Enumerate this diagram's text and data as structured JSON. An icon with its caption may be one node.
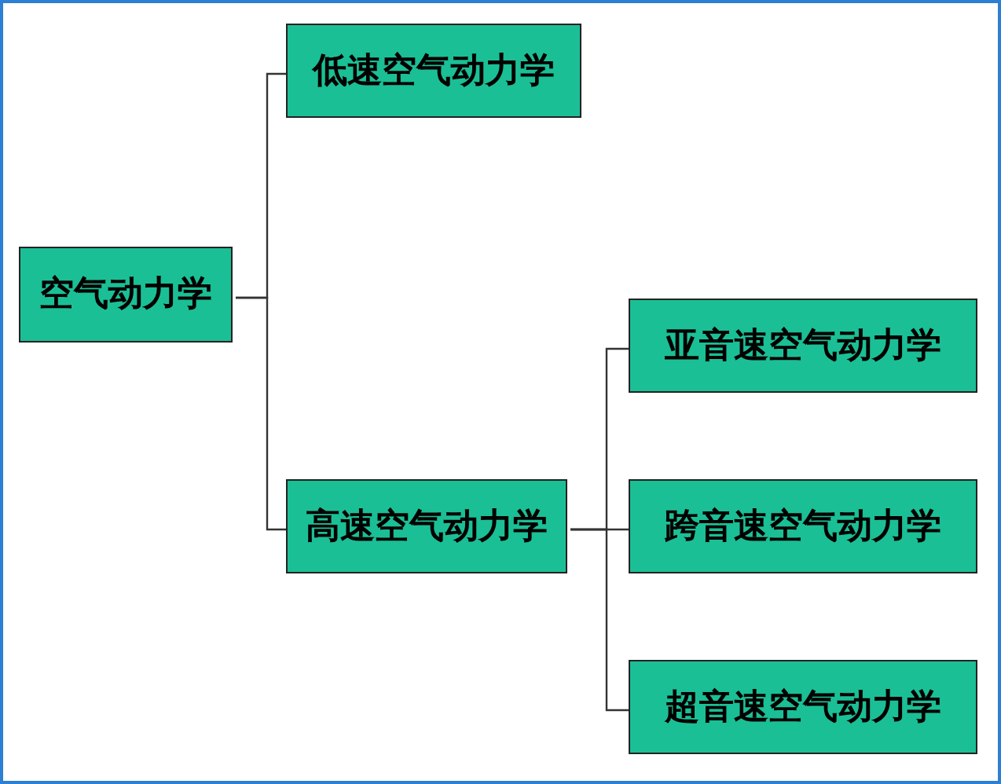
{
  "diagram": {
    "nodes": [
      {
        "text": [
          "空气动力学"
        ]
      },
      {
        "text": [
          "低速空气动力学"
        ]
      },
      {
        "text": [
          "高速空气动力学"
        ]
      },
      {
        "text": [
          "亚音速空气动力学"
        ]
      },
      {
        "text": [
          "跨音速空气动力学"
        ]
      },
      {
        "text": [
          "超音速空气动力学"
        ]
      }
    ],
    "edges": [
      {
        "from": 0,
        "to": 1,
        "arrow": "none"
      },
      {
        "from": 0,
        "to": 2,
        "arrow": "none"
      },
      {
        "from": 2,
        "to": 3,
        "arrow": "none"
      },
      {
        "from": 2,
        "to": 4,
        "arrow": "none"
      },
      {
        "from": 2,
        "to": 5,
        "arrow": "none"
      }
    ]
  }
}
